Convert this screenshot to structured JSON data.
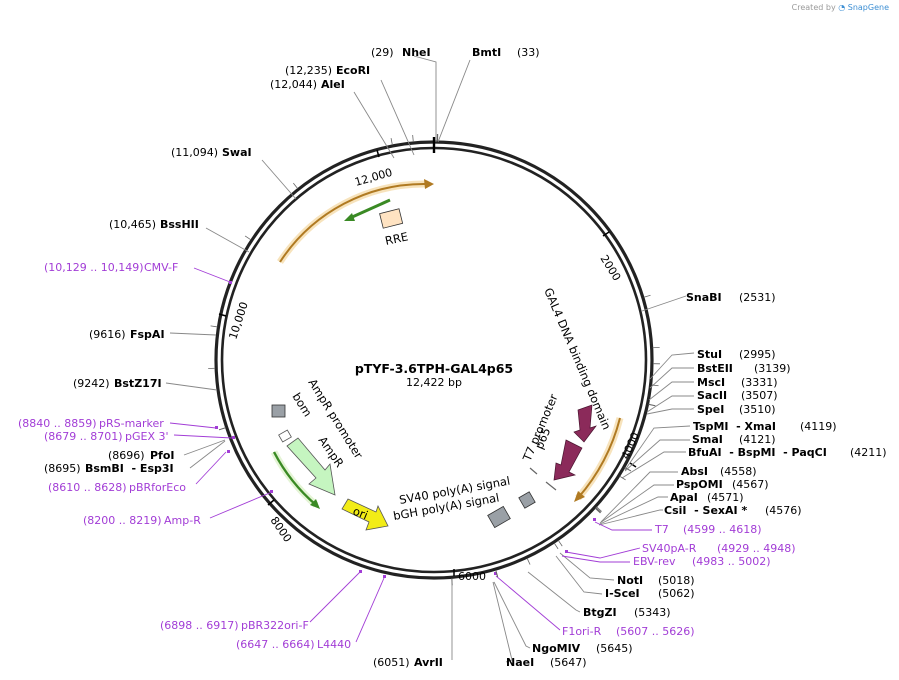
{
  "credit": {
    "created_by": "Created by",
    "brand": "SnapGene"
  },
  "plasmid": {
    "name": "pTYF-3.6TPH-GAL4p65",
    "length": "12,422 bp",
    "total_bp": 12422
  },
  "ticks": [
    "2000",
    "4000",
    "6000",
    "8000",
    "10,000",
    "12,000"
  ],
  "colors": {
    "backbone": "#222222",
    "enzyme_line": "#888888",
    "primer": "#a23dd6",
    "feature_gal4": "#8b2a5a",
    "feature_ampr": "#c5f5c0",
    "feature_ori": "#f2ec17",
    "feature_arrow_orange": "#d6a040",
    "feature_arrow_green": "#3a8a24",
    "feature_rre": "#ffe3c2",
    "polya_box": "#9aa0a6"
  },
  "enzymes_right": [
    {
      "id": "snabi",
      "name": "SnaBI",
      "pos": "(2531)",
      "bp": 2531
    },
    {
      "id": "stui",
      "name": "StuI",
      "pos": "(2995)",
      "bp": 2995
    },
    {
      "id": "bsteii",
      "name": "BstEII",
      "pos": "(3139)",
      "bp": 3139
    },
    {
      "id": "msci",
      "name": "MscI",
      "pos": "(3331)",
      "bp": 3331
    },
    {
      "id": "sacii",
      "name": "SacII",
      "pos": "(3507)",
      "bp": 3507
    },
    {
      "id": "spei",
      "name": "SpeI",
      "pos": "(3510)",
      "bp": 3510
    },
    {
      "id": "tspmi",
      "name": "TspMI  - XmaI",
      "pos": "(4119)",
      "bp": 4119
    },
    {
      "id": "smai",
      "name": "SmaI",
      "pos": "(4121)",
      "bp": 4121
    },
    {
      "id": "bfuai",
      "name": "BfuAI  - BspMI  - PaqCI",
      "pos": "(4211)",
      "bp": 4211
    },
    {
      "id": "absi",
      "name": "AbsI",
      "pos": "(4558)",
      "bp": 4558
    },
    {
      "id": "pspomi",
      "name": "PspOMI",
      "pos": "(4567)",
      "bp": 4567
    },
    {
      "id": "apai",
      "name": "ApaI",
      "pos": "(4571)",
      "bp": 4571
    },
    {
      "id": "csii",
      "name": "CsiI  - SexAI *",
      "pos": "(4576)",
      "bp": 4576
    },
    {
      "id": "noti",
      "name": "NotI",
      "pos": "(5018)",
      "bp": 5018
    },
    {
      "id": "iscei",
      "name": "I-SceI",
      "pos": "(5062)",
      "bp": 5062
    },
    {
      "id": "btgzi",
      "name": "BtgZI",
      "pos": "(5343)",
      "bp": 5343
    },
    {
      "id": "ngomiv",
      "name": "NgoMIV",
      "pos": "(5645)",
      "bp": 5645
    },
    {
      "id": "naei",
      "name": "NaeI",
      "pos": "(5647)",
      "bp": 5647
    },
    {
      "id": "nhei",
      "name": "NheI",
      "pos": "(29)",
      "bp": 29
    },
    {
      "id": "bmti",
      "name": "BmtI",
      "pos": "(33)",
      "bp": 33
    }
  ],
  "enzymes_left": [
    {
      "id": "avrii",
      "name": "AvrII",
      "pos": "(6051)",
      "bp": 6051
    },
    {
      "id": "pfoi",
      "name": "PfoI",
      "pos": "(8696)",
      "bp": 8696
    },
    {
      "id": "bsmbi",
      "name": "BsmBI  - Esp3I",
      "pos": "(8695)",
      "bp": 8695
    },
    {
      "id": "bstz17i",
      "name": "BstZ17I",
      "pos": "(9242)",
      "bp": 9242
    },
    {
      "id": "fspai",
      "name": "FspAI",
      "pos": "(9616)",
      "bp": 9616
    },
    {
      "id": "bsshii",
      "name": "BssHII",
      "pos": "(10,465)",
      "bp": 10465
    },
    {
      "id": "swai",
      "name": "SwaI",
      "pos": "(11,094)",
      "bp": 11094
    },
    {
      "id": "alei",
      "name": "AleI",
      "pos": "(12,044)",
      "bp": 12044
    },
    {
      "id": "ecori",
      "name": "EcoRI",
      "pos": "(12,235)",
      "bp": 12235
    }
  ],
  "primers": [
    {
      "id": "t7",
      "name": "T7",
      "pos": "(4599 .. 4618)",
      "bp": 4608
    },
    {
      "id": "sv40pa",
      "name": "SV40pA-R",
      "pos": "(4929 .. 4948)",
      "bp": 4938
    },
    {
      "id": "ebvrev",
      "name": "EBV-rev",
      "pos": "(4983 .. 5002)",
      "bp": 4992
    },
    {
      "id": "f1ori",
      "name": "F1ori-R",
      "pos": "(5607 .. 5626)",
      "bp": 5616
    },
    {
      "id": "pbr322",
      "name": "pBR322ori-F",
      "pos": "(6898 .. 6917)",
      "bp": 6907
    },
    {
      "id": "l4440",
      "name": "L4440",
      "pos": "(6647 .. 6664)",
      "bp": 6655
    },
    {
      "id": "ampr",
      "name": "Amp-R",
      "pos": "(8200 .. 8219)",
      "bp": 8209
    },
    {
      "id": "pbrforeco",
      "name": "pBRforEco",
      "pos": "(8610 .. 8628)",
      "bp": 8619
    },
    {
      "id": "pgex3",
      "name": "pGEX 3'",
      "pos": "(8679 .. 8701)",
      "bp": 8690
    },
    {
      "id": "prsmarker",
      "name": "pRS-marker",
      "pos": "(8840 .. 8859)",
      "bp": 8849
    },
    {
      "id": "cmvf",
      "name": "CMV-F",
      "pos": "(10,129 .. 10,149)",
      "bp": 10139
    }
  ],
  "features": {
    "gal4": "GAL4 DNA binding domain",
    "p65": "p65",
    "t7promoter": "T7 promoter",
    "sv40": "SV40 poly(A) signal",
    "bgh": "bGH poly(A) signal",
    "ori": "ori",
    "ampr": "AmpR",
    "ampr_promoter": "AmpR promoter",
    "bom": "bom",
    "rre": "RRE"
  }
}
